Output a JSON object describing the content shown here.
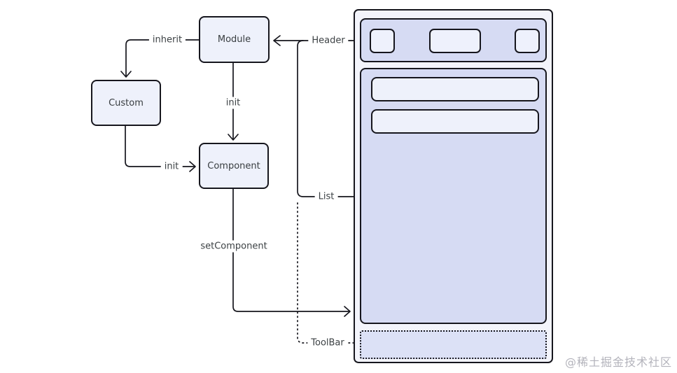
{
  "diagram": {
    "nodes": {
      "module": "Module",
      "custom": "Custom",
      "component": "Component"
    },
    "edge_labels": {
      "inherit": "inherit",
      "init_module_to_component": "init",
      "init_custom_to_component": "init",
      "set_component": "setComponent"
    },
    "annotations": {
      "header": "Header",
      "list": "List",
      "toolbar": "ToolBar"
    },
    "colors": {
      "node_fill": "#eef1fb",
      "panel_fill": "#d6dbf3",
      "row_fill": "#eef1fb",
      "frame_fill": "#f3f4fb",
      "toolbar_fill": "#dce1f6",
      "stroke": "#16161d",
      "text": "#3c4144"
    }
  },
  "watermark": "@稀土掘金技术社区"
}
